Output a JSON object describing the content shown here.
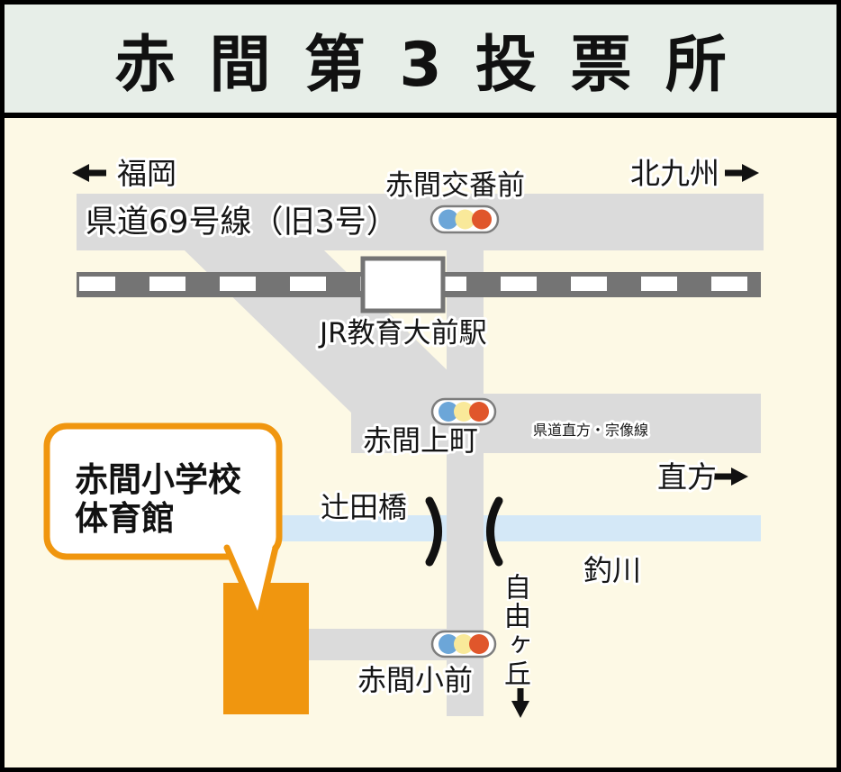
{
  "title": "赤間第3投票所",
  "map": {
    "directions": {
      "fukuoka": "福岡",
      "kitakyushu": "北九州",
      "nogata": "直方",
      "jiyugaoka": "自由ヶ丘"
    },
    "roads": {
      "route69": "県道69号線（旧3号）",
      "nogata_munakata": "県道直方・宗像線"
    },
    "railway": {
      "station": "JR教育大前駅"
    },
    "river": "釣川",
    "bridge": "辻田橋",
    "signals": [
      "赤間交番前",
      "赤間上町",
      "赤間小前"
    ],
    "destination": {
      "line1": "赤間小学校",
      "line2": "体育館"
    }
  },
  "colors": {
    "header_bg": "#e7eee8",
    "map_bg": "#fdf9e5",
    "road": "#dbdbdb",
    "railway": "#747474",
    "river": "#d4e8f7",
    "accent_orange": "#f0960f",
    "signal_blue": "#6ca6d8",
    "signal_yellow": "#f9e99a",
    "signal_red": "#e0562b"
  }
}
